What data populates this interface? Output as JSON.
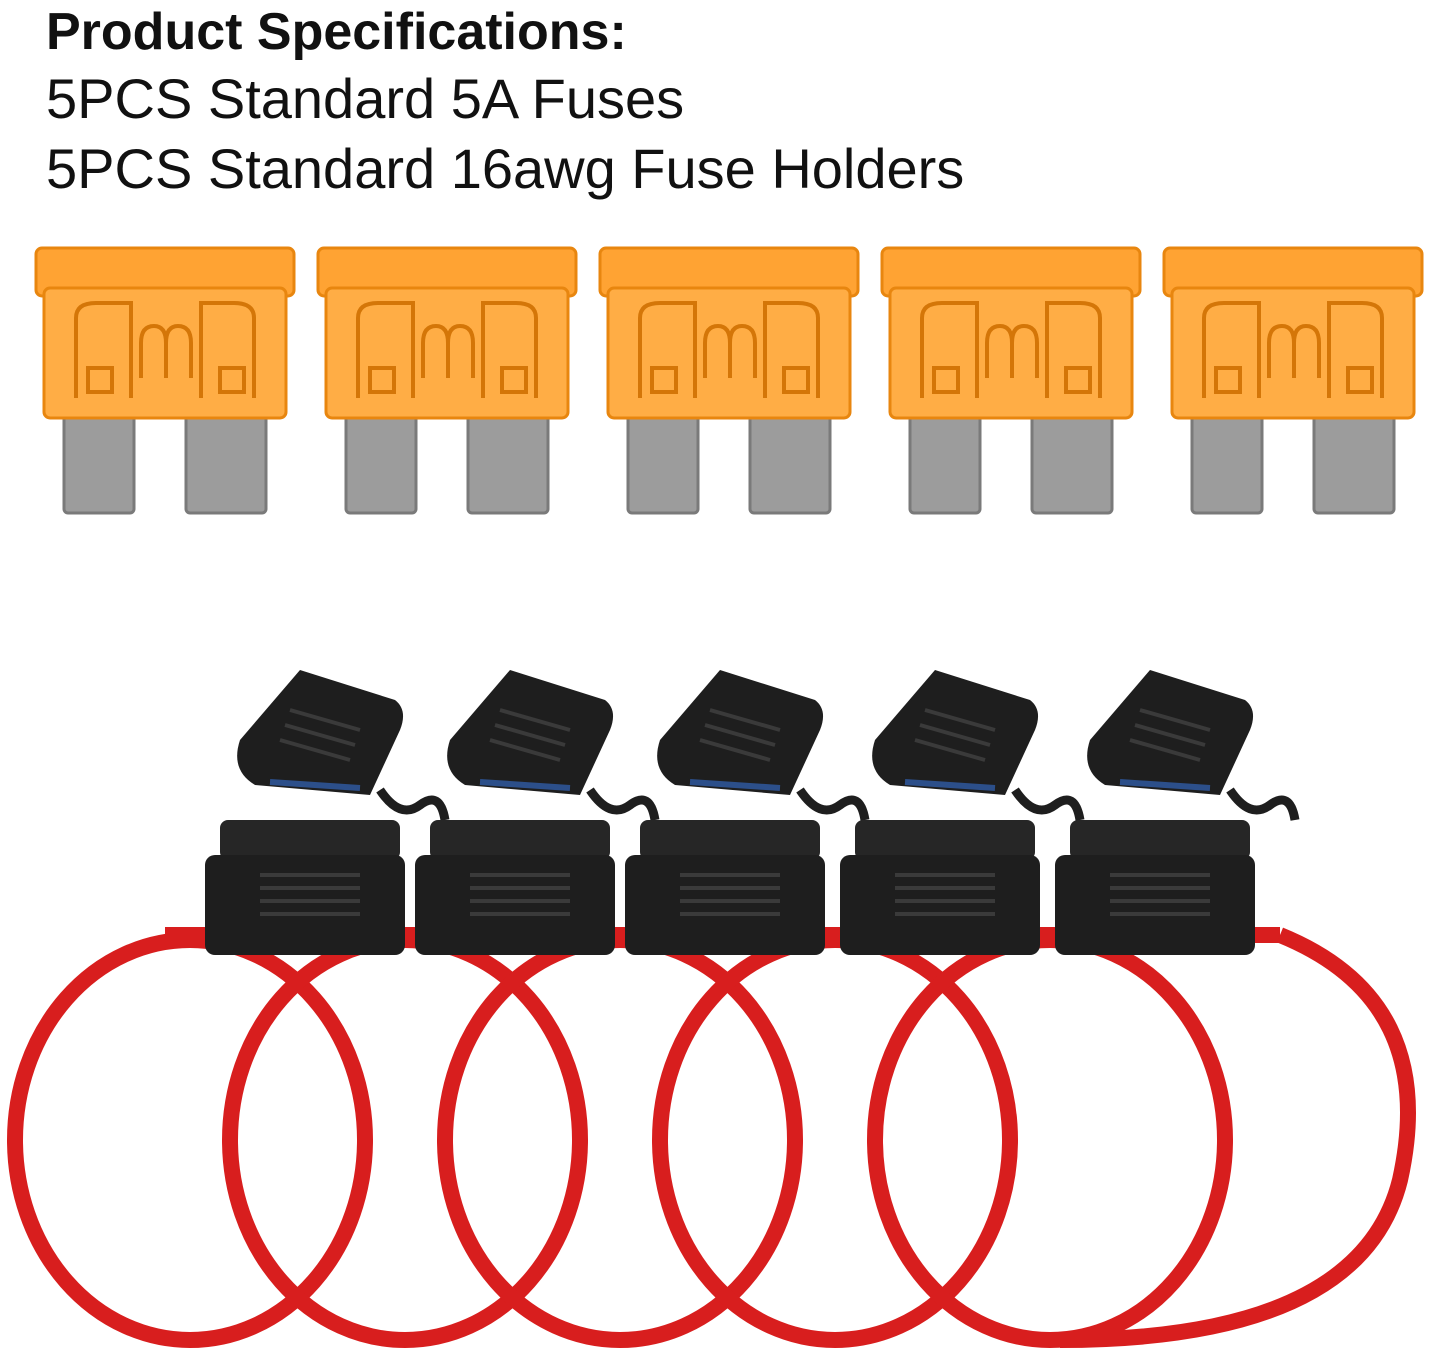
{
  "specs": {
    "title": "Product Specifications:",
    "lines": [
      "5PCS Standard 5A Fuses",
      "5PCS Standard 16awg Fuse Holders"
    ]
  },
  "colors": {
    "fuse_body": "#ffa333",
    "fuse_body_dark": "#e8860f",
    "fuse_blade": "#9c9c9c",
    "holder": "#1e1e1e",
    "wire": "#d81e1e"
  },
  "fuse_count": 5,
  "holder_count": 5
}
